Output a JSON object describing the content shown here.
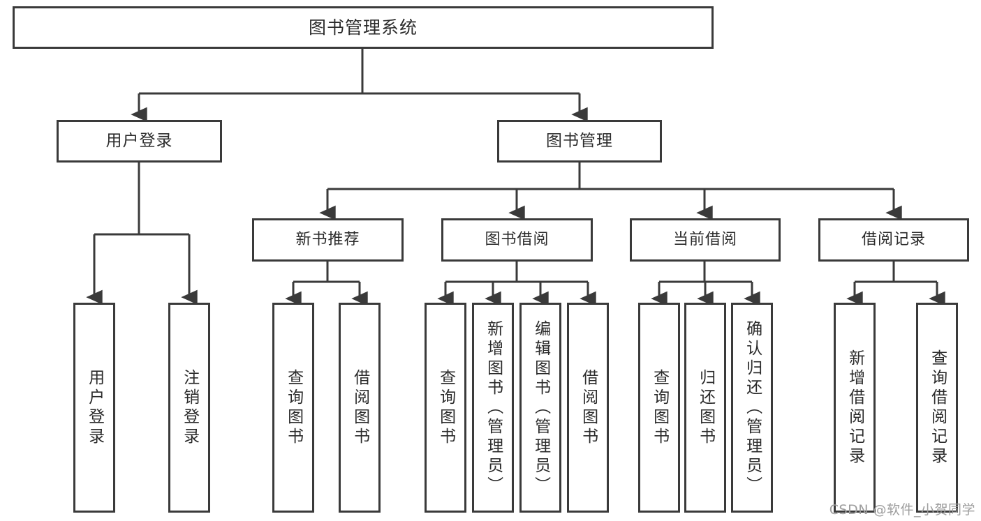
{
  "diagram": {
    "type": "tree",
    "title": "图书管理系统",
    "style": {
      "box_border_color": "#3a3a3a",
      "box_fill_color": "#ffffff",
      "edge_color": "#3a3a3a",
      "text_color": "#2b2b2b",
      "background_color": "#ffffff",
      "watermark_color": "#9d9d9d"
    },
    "root": {
      "label": "图书管理系统"
    },
    "level1": [
      {
        "label": "用户登录"
      },
      {
        "label": "图书管理"
      }
    ],
    "user_login_leaves": [
      {
        "label": "用户登录"
      },
      {
        "label": "注销登录"
      }
    ],
    "level2": [
      {
        "label": "新书推荐"
      },
      {
        "label": "图书借阅"
      },
      {
        "label": "当前借阅"
      },
      {
        "label": "借阅记录"
      }
    ],
    "new_book_leaves": [
      {
        "label": "查询图书"
      },
      {
        "label": "借阅图书"
      }
    ],
    "borrow_leaves": [
      {
        "label": "查询图书"
      },
      {
        "label": "新增图书（管理员）"
      },
      {
        "label": "编辑图书（管理员）"
      },
      {
        "label": "借阅图书"
      }
    ],
    "current_borrow_leaves": [
      {
        "label": "查询图书"
      },
      {
        "label": "归还图书"
      },
      {
        "label": "确认归还（管理员）"
      }
    ],
    "record_leaves": [
      {
        "label": "新增借阅记录"
      },
      {
        "label": "查询借阅记录"
      }
    ]
  },
  "watermark": {
    "text": "CSDN @软件_小贺同学"
  }
}
